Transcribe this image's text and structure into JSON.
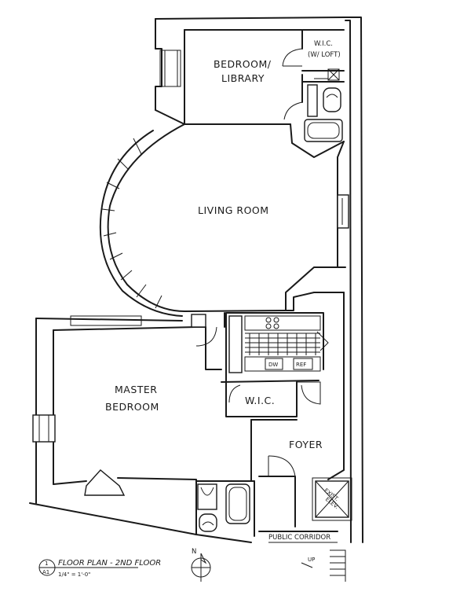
{
  "drawing": {
    "rooms": {
      "bedroom_library_line1": "BEDROOM/",
      "bedroom_library_line2": "LIBRARY",
      "wic_top_line1": "W.I.C.",
      "wic_top_line2": "(W/ LOFT)",
      "living_room": "LIVING ROOM",
      "master_bedroom_line1": "MASTER",
      "master_bedroom_line2": "BEDROOM",
      "wic_mid": "W.I.C.",
      "foyer": "FOYER",
      "public_corridor": "PUBLIC CORRIDOR",
      "elevator_line1": "EXIST.",
      "elevator_line2": "ELEV."
    },
    "kitchen": {
      "dw": "DW",
      "ref": "REF"
    },
    "title_block": {
      "detail_number": "1",
      "sheet_number": "A1",
      "title": "FLOOR PLAN - 2ND FLOOR",
      "scale": "1/4\" = 1'-0\""
    },
    "north_arrow": {
      "label": "N"
    },
    "stair_label": "UP"
  }
}
